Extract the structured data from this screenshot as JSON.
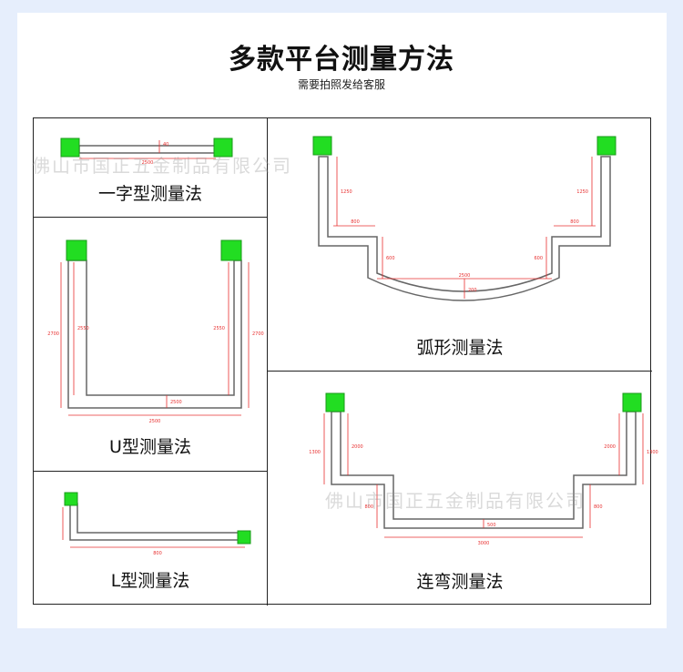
{
  "header": {
    "title": "多款平台测量方法",
    "subtitle": "需要拍照发给客服"
  },
  "panels": {
    "straight": {
      "caption": "一字型测量法",
      "dim_h": "2500",
      "dim_v": "40"
    },
    "u_shape": {
      "caption": "U型测量法",
      "dim_left": "2700",
      "dim_right": "2700",
      "dim_inner_left": "2550",
      "dim_inner_right": "2550",
      "dim_bottom": "2500",
      "dim_mid": "2500"
    },
    "l_shape": {
      "caption": "L型测量法",
      "dim_bottom": "800"
    },
    "arc": {
      "caption": "弧形测量法",
      "dim_left_v": "1250",
      "dim_right_v": "1250",
      "dim_left_h": "800",
      "dim_right_h": "800",
      "dim_left_step": "600",
      "dim_right_step": "600",
      "dim_chord": "2500",
      "dim_sag": "200"
    },
    "stepped": {
      "caption": "连弯测量法",
      "dim_left_v": "1300",
      "dim_right_v": "1300",
      "dim_inner_left": "2000",
      "dim_inner_right": "2000",
      "dim_step_left": "800",
      "dim_step_right": "800",
      "dim_bottom": "3000",
      "dim_mid": "500"
    }
  },
  "watermark": "佛山市国正五金制品有限公司",
  "colors": {
    "marker": "#22dd22",
    "dimension": "#e83030",
    "outline": "#666666"
  }
}
